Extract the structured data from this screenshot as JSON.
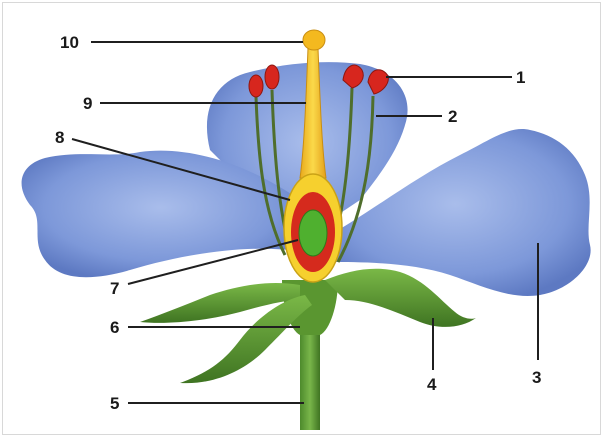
{
  "colors": {
    "petal": "#7c98d8",
    "petal_light": "#a7bbe9",
    "petal_shade": "#5c78c0",
    "sepal": "#5e9a34",
    "sepal_dark": "#3f7422",
    "style": "#f6c62a",
    "ovary_outer": "#f6d02e",
    "ovary_wall": "#d52a1d",
    "ovule": "#4fb02f",
    "anther": "#d7261e",
    "filament": "#4f6e2c"
  },
  "labels": {
    "l1": "1",
    "l2": "2",
    "l3": "3",
    "l4": "4",
    "l5": "5",
    "l6": "6",
    "l7": "7",
    "l8": "8",
    "l9": "9",
    "l10": "10"
  }
}
